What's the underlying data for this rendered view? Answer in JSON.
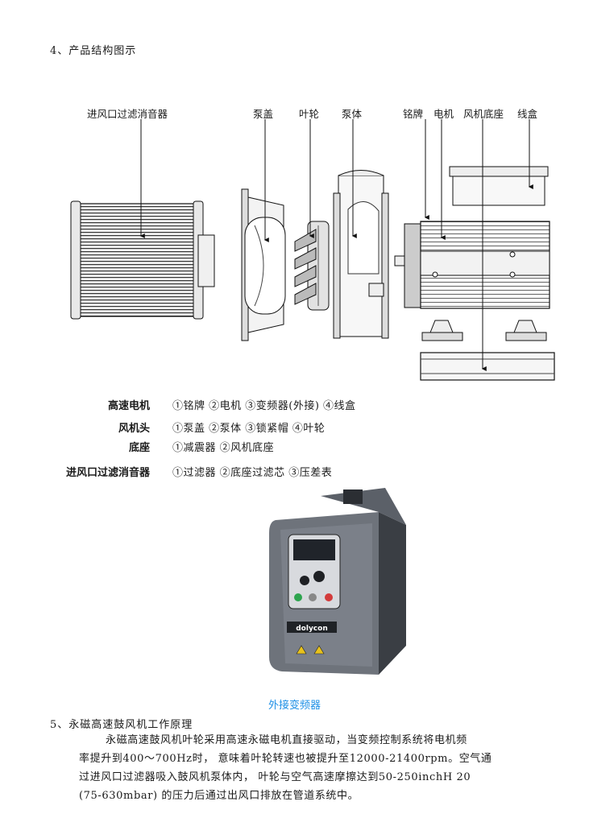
{
  "section4": {
    "title": "4、产品结构图示"
  },
  "diagram": {
    "labels": {
      "filter": "进风口过滤消音器",
      "pump_cover": "泵盖",
      "impeller": "叶轮",
      "pump_body": "泵体",
      "nameplate": "铭牌",
      "motor": "电机",
      "fan_base": "风机底座",
      "wire_box": "线盒"
    }
  },
  "parts_list": [
    {
      "name": "高速电机",
      "items": "①铭牌  ②电机  ③变频器(外接)  ④线盒"
    },
    {
      "name": "风机头",
      "items": "①泵盖  ②泵体  ③锁紧帽  ④叶轮"
    },
    {
      "name": "底座",
      "items": "①减震器  ②风机底座"
    },
    {
      "name": "进风口过滤消音器",
      "items": "①过滤器  ②底座过滤芯  ③压差表"
    }
  ],
  "inverter": {
    "caption": "外接变频器",
    "brand": "dolycon"
  },
  "section5": {
    "title": "5、永磁高速鼓风机工作原理",
    "lines": [
      "永磁高速鼓风机叶轮采用高速永磁电机直接驱动，当变频控制系统将电机频",
      "率提升到400～700Hz时，  意味着叶轮转速也被提升至12000-21400rpm。空气通",
      "过进风口过滤器吸入鼓风机泵体内，  叶轮与空气高速摩擦达到50-250inchH 20",
      "(75-630mbar) 的压力后通过出风口排放在管道系统中。"
    ]
  }
}
